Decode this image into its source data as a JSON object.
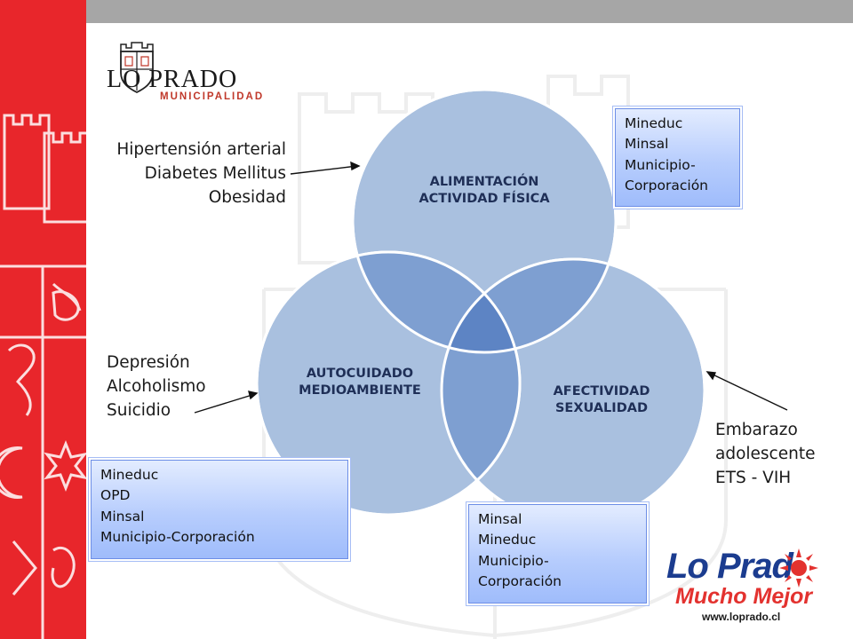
{
  "logo": {
    "name": "LO PRADO",
    "sub": "MUNICIPALIDAD"
  },
  "circles": {
    "top": {
      "line1": "ALIMENTACIÓN",
      "line2": "ACTIVIDAD FÍSICA"
    },
    "left": {
      "line1": "AUTOCUIDADO",
      "line2": "MEDIOAMBIENTE"
    },
    "right": {
      "line1": "AFECTIVIDAD",
      "line2": "SEXUALIDAD"
    }
  },
  "annotations": {
    "top_left": [
      "Hipertensión arterial",
      "Diabetes Mellitus",
      "Obesidad"
    ],
    "mid_left": [
      "Depresión",
      "Alcoholismo",
      "Suicidio"
    ],
    "right": [
      "Embarazo",
      "adolescente",
      "ETS - VIH"
    ]
  },
  "boxes": {
    "top_right": [
      "Mineduc",
      "Minsal",
      "Municipio-",
      "Corporación"
    ],
    "bottom_left": [
      "Mineduc",
      "OPD",
      "Minsal",
      "Municipio-Corporación"
    ],
    "bottom_center": [
      "Minsal",
      "Mineduc",
      "Municipio-",
      "Corporación"
    ]
  },
  "brand": {
    "name": "Lo Prad",
    "slogan": "Mucho Mejor",
    "url": "www.loprado.cl"
  },
  "colors": {
    "red": "#e8262b",
    "circle": "#a9c0df",
    "overlap": "#7e9fd1",
    "center": "#5d84c4",
    "label": "#1f2f57",
    "brand_blue": "#1b3c8f"
  }
}
